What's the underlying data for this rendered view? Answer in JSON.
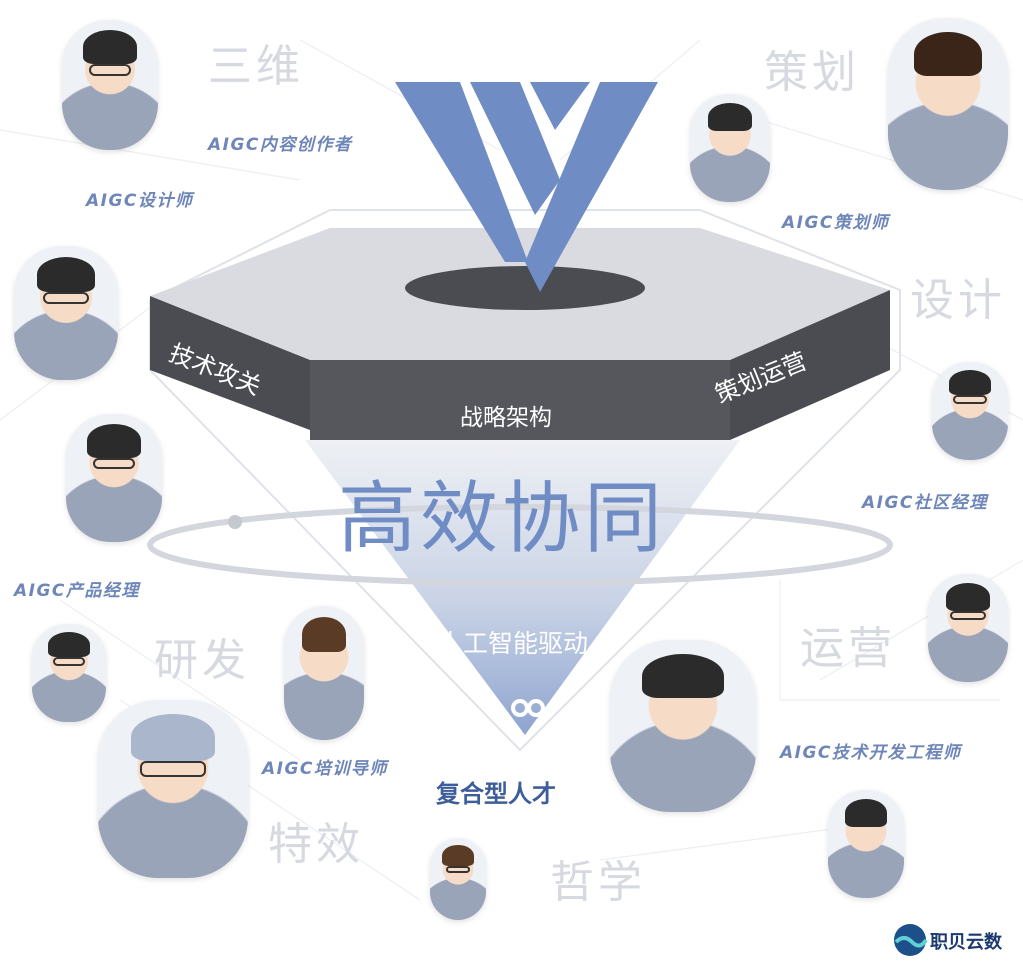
{
  "ghost_words": [
    "三维",
    "策划",
    "设计",
    "运营",
    "研发",
    "特效",
    "哲学"
  ],
  "roles": [
    "AIGC内容创作者",
    "AIGC设计师",
    "AIGC策划师",
    "AIGC社区经理",
    "AIGC产品经理",
    "AIGC技术开发工程师",
    "AIGC培训导师"
  ],
  "prism": {
    "left_face": "技术攻关",
    "center_face": "战略架构",
    "right_face": "策划运营",
    "headline": "高效协同",
    "funnel": "人工智能驱动",
    "bottom": "复合型人才"
  },
  "brand": {
    "name": "职贝云数"
  },
  "colors": {
    "accent": "#6f8cc4",
    "dark": "#4a4c52",
    "light": "#d9dbe0"
  }
}
